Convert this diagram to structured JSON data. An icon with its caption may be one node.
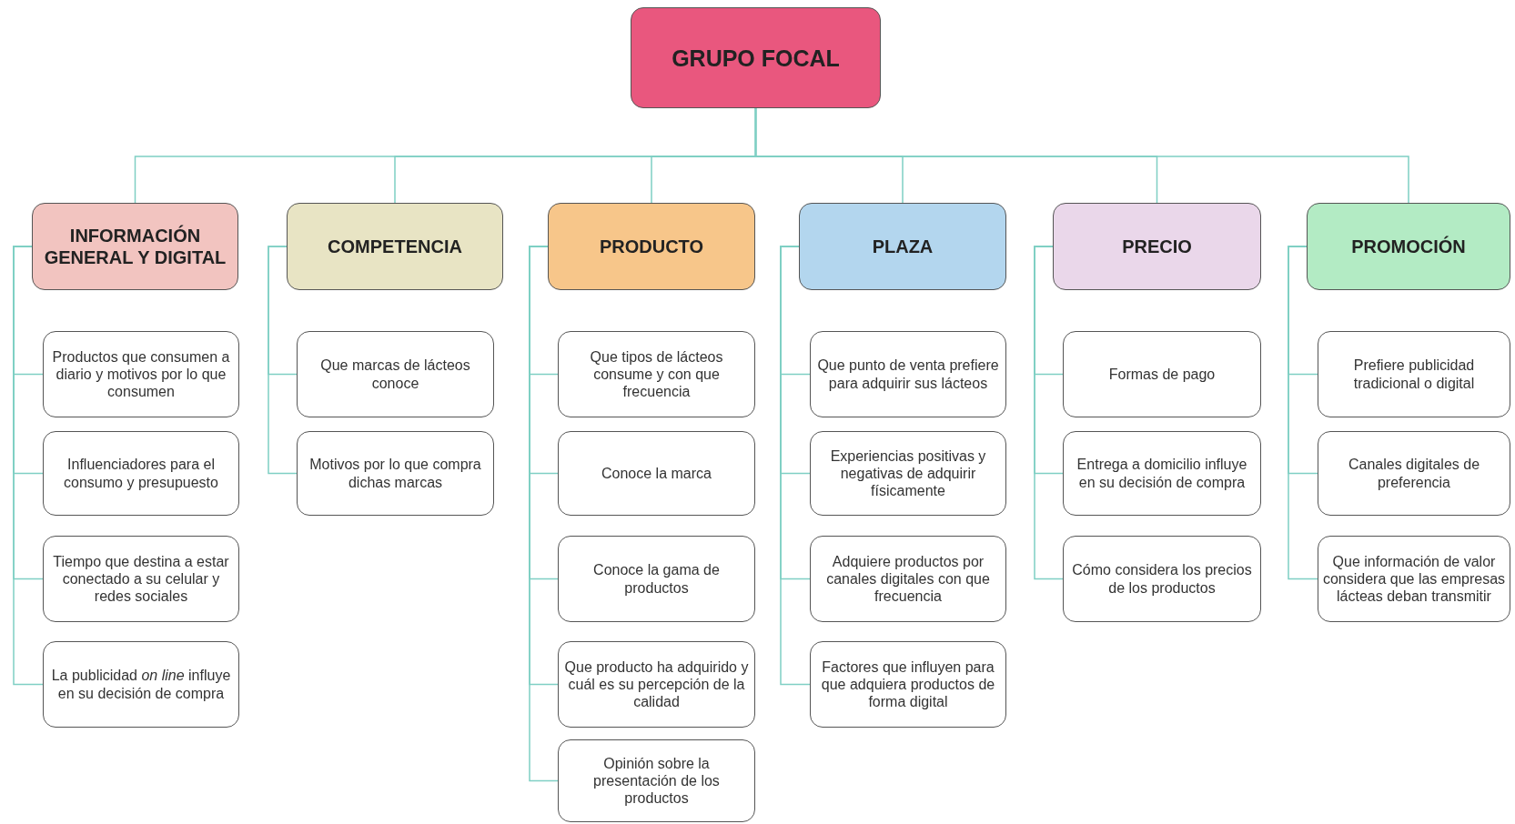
{
  "diagram": {
    "nodes": [
      {
        "text": [
          "GRUPO FOCAL"
        ]
      },
      {
        "text": [
          "INFORMACIÓN GENERAL Y DIGITAL"
        ]
      },
      {
        "text": [
          "Productos que consumen a diario y motivos por lo que consumen"
        ]
      },
      {
        "text": [
          "Influenciadores para el consumo y presupuesto"
        ]
      },
      {
        "text": [
          "Tiempo que destina a estar conectado a su celular y redes sociales"
        ]
      },
      {
        "text": [
          "La publicidad *on line* influye en su decisión de compra"
        ]
      },
      {
        "text": [
          "COMPETENCIA"
        ]
      },
      {
        "text": [
          "Que marcas de lácteos conoce"
        ]
      },
      {
        "text": [
          "Motivos por lo que compra dichas marcas"
        ]
      },
      {
        "text": [
          "PRODUCTO"
        ]
      },
      {
        "text": [
          "Que tipos de lácteos consume y con que frecuencia"
        ]
      },
      {
        "text": [
          "Conoce la marca"
        ]
      },
      {
        "text": [
          "Conoce la gama de productos"
        ]
      },
      {
        "text": [
          "Que producto ha adquirido y cuál es su percepción de la calidad"
        ]
      },
      {
        "text": [
          "Opinión sobre la presentación de los productos"
        ]
      },
      {
        "text": [
          "PLAZA"
        ]
      },
      {
        "text": [
          "Que punto de venta prefiere para adquirir sus lácteos"
        ]
      },
      {
        "text": [
          "Experiencias positivas y negativas de adquirir físicamente"
        ]
      },
      {
        "text": [
          "Adquiere productos por canales digitales con que frecuencia"
        ]
      },
      {
        "text": [
          "Factores que influyen para que adquiera productos de forma digital"
        ]
      },
      {
        "text": [
          "PRECIO"
        ]
      },
      {
        "text": [
          "Formas de pago"
        ]
      },
      {
        "text": [
          "Entrega a domicilio influye en su decisión de compra"
        ]
      },
      {
        "text": [
          "Cómo considera los precios de los productos"
        ]
      },
      {
        "text": [
          "PROMOCIÓN"
        ]
      },
      {
        "text": [
          "Prefiere publicidad tradicional o digital"
        ]
      },
      {
        "text": [
          "Canales digitales de preferencia"
        ]
      },
      {
        "text": [
          "Que información de valor considera que las empresas lácteas deban transmitir"
        ]
      }
    ],
    "edges": [
      {
        "from": 0,
        "to": 1,
        "arrow": "none"
      },
      {
        "from": 0,
        "to": 6,
        "arrow": "none"
      },
      {
        "from": 0,
        "to": 9,
        "arrow": "none"
      },
      {
        "from": 0,
        "to": 15,
        "arrow": "none"
      },
      {
        "from": 0,
        "to": 20,
        "arrow": "none"
      },
      {
        "from": 0,
        "to": 24,
        "arrow": "none"
      },
      {
        "from": 1,
        "to": 2,
        "arrow": "none"
      },
      {
        "from": 1,
        "to": 3,
        "arrow": "none"
      },
      {
        "from": 1,
        "to": 4,
        "arrow": "none"
      },
      {
        "from": 1,
        "to": 5,
        "arrow": "none"
      },
      {
        "from": 6,
        "to": 7,
        "arrow": "none"
      },
      {
        "from": 6,
        "to": 8,
        "arrow": "none"
      },
      {
        "from": 9,
        "to": 10,
        "arrow": "none"
      },
      {
        "from": 9,
        "to": 11,
        "arrow": "none"
      },
      {
        "from": 9,
        "to": 12,
        "arrow": "none"
      },
      {
        "from": 9,
        "to": 13,
        "arrow": "none"
      },
      {
        "from": 9,
        "to": 14,
        "arrow": "none"
      },
      {
        "from": 15,
        "to": 16,
        "arrow": "none"
      },
      {
        "from": 15,
        "to": 17,
        "arrow": "none"
      },
      {
        "from": 15,
        "to": 18,
        "arrow": "none"
      },
      {
        "from": 15,
        "to": 19,
        "arrow": "none"
      },
      {
        "from": 20,
        "to": 21,
        "arrow": "none"
      },
      {
        "from": 20,
        "to": 22,
        "arrow": "none"
      },
      {
        "from": 20,
        "to": 23,
        "arrow": "none"
      },
      {
        "from": 24,
        "to": 25,
        "arrow": "none"
      },
      {
        "from": 24,
        "to": 26,
        "arrow": "none"
      },
      {
        "from": 24,
        "to": 27,
        "arrow": "none"
      }
    ]
  }
}
